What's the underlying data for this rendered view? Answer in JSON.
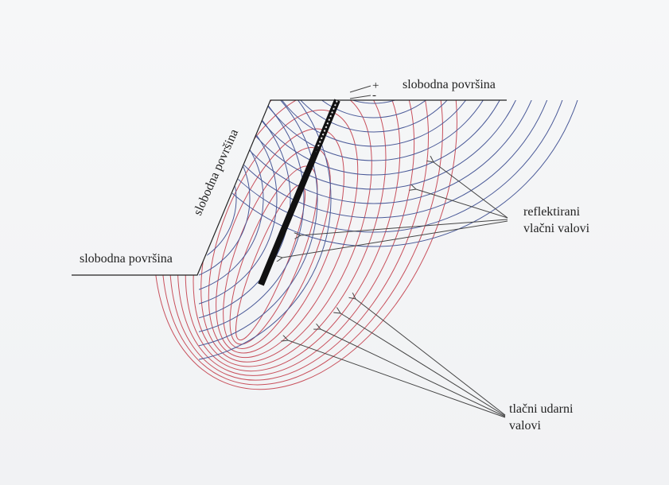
{
  "labels": {
    "free_surface_top": "slobodna površina",
    "free_surface_slope": "slobodna površina",
    "free_surface_left": "slobodna površina",
    "plus_sign": "+",
    "minus_sign": "-",
    "reflected_line1": "reflektirani",
    "reflected_line2": "vlačni valovi",
    "compressive_line1": "tlačni udarni",
    "compressive_line2": "valovi"
  },
  "colors": {
    "compressive_waves": "#c8505c",
    "reflected_waves": "#4a5a98",
    "outline": "#222222",
    "charge": "#111111"
  },
  "icons": {
    "charge": "blast-hole-charge"
  }
}
